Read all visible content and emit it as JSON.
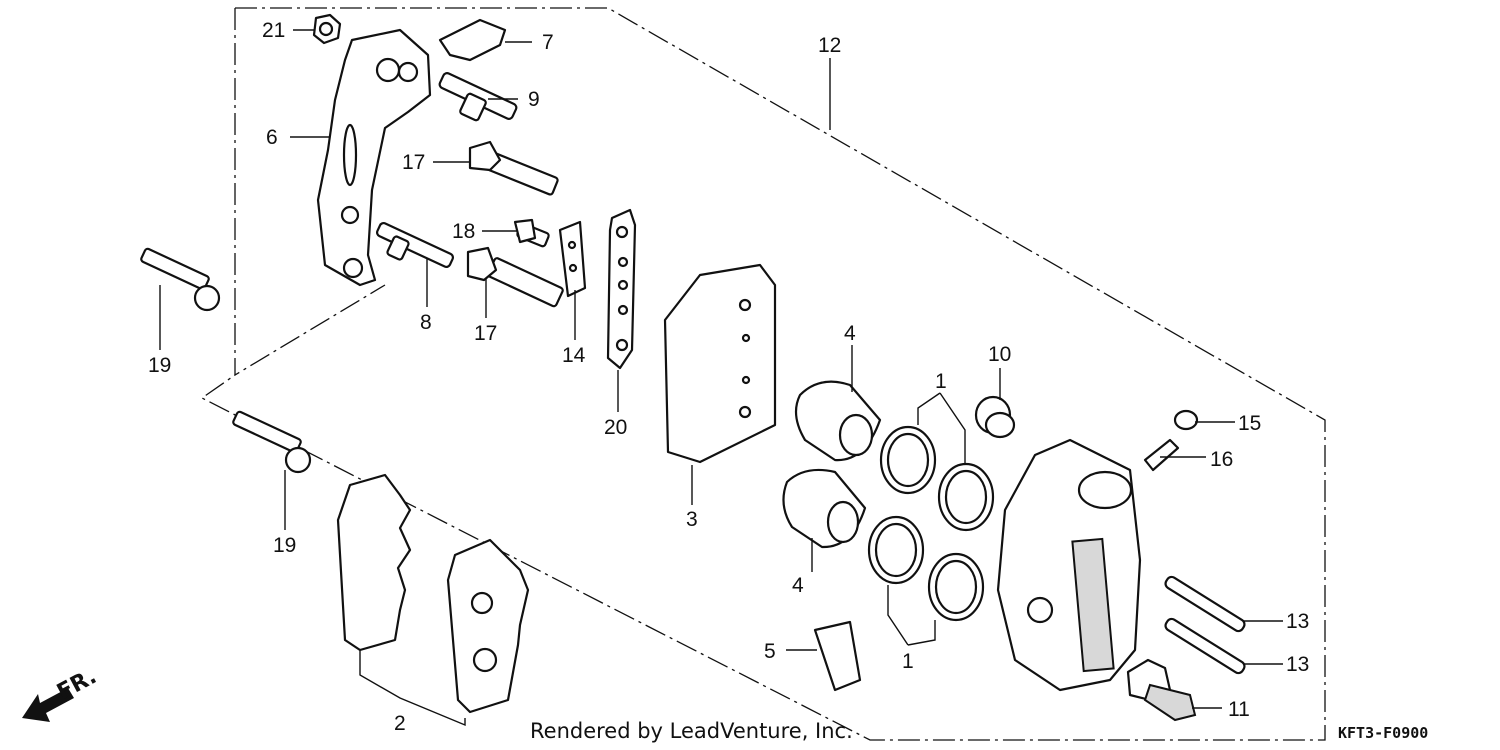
{
  "diagram": {
    "callouts": [
      {
        "id": "c21a",
        "text": "21"
      },
      {
        "id": "c7",
        "text": "7"
      },
      {
        "id": "c12",
        "text": "12"
      },
      {
        "id": "c9",
        "text": "9"
      },
      {
        "id": "c6",
        "text": "6"
      },
      {
        "id": "c17a",
        "text": "17"
      },
      {
        "id": "c18",
        "text": "18"
      },
      {
        "id": "c8",
        "text": "8"
      },
      {
        "id": "c17b",
        "text": "17"
      },
      {
        "id": "c14",
        "text": "14"
      },
      {
        "id": "c20",
        "text": "20"
      },
      {
        "id": "c19a",
        "text": "19"
      },
      {
        "id": "c19b",
        "text": "19"
      },
      {
        "id": "c4a",
        "text": "4"
      },
      {
        "id": "c4b",
        "text": "4"
      },
      {
        "id": "c10",
        "text": "10"
      },
      {
        "id": "c1a",
        "text": "1"
      },
      {
        "id": "c1b",
        "text": "1"
      },
      {
        "id": "c15",
        "text": "15"
      },
      {
        "id": "c16",
        "text": "16"
      },
      {
        "id": "c3",
        "text": "3"
      },
      {
        "id": "c5",
        "text": "5"
      },
      {
        "id": "c2",
        "text": "2"
      },
      {
        "id": "c13a",
        "text": "13"
      },
      {
        "id": "c13b",
        "text": "13"
      },
      {
        "id": "c11",
        "text": "11"
      }
    ],
    "credit": "Rendered by LeadVenture, Inc.",
    "diagram_code": "KFT3-F0900",
    "direction_label": "FR."
  }
}
